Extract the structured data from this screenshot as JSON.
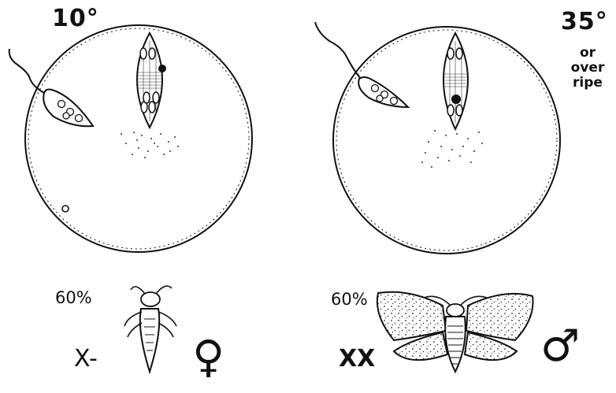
{
  "left_panel": {
    "temperature": "10°",
    "percentage": "60%",
    "chromosomes": "X-",
    "sex_symbol": "♀",
    "organism_icon": "wingless-female-insect-icon"
  },
  "right_panel": {
    "temperature": "35°",
    "condition_lines": [
      "or",
      "over",
      "ripe"
    ],
    "percentage": "60%",
    "chromosomes": "XX",
    "sex_symbol": "♂",
    "organism_icon": "winged-male-moth-icon"
  }
}
